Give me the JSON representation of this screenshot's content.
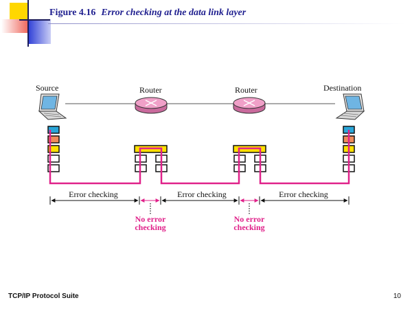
{
  "header": {
    "figure_number": "Figure 4.16",
    "caption": "Error checking at the data link layer"
  },
  "nodes": {
    "source": "Source",
    "router1": "Router",
    "router2": "Router",
    "destination": "Destination"
  },
  "segments": [
    {
      "label": "Error checking"
    },
    {
      "label": "Error checking"
    },
    {
      "label": "Error checking"
    }
  ],
  "no_checking": [
    {
      "line1": "No error",
      "line2": "checking"
    },
    {
      "line1": "No error",
      "line2": "checking"
    }
  ],
  "colors": {
    "path": "#e0228a",
    "router": "#f0a0c8",
    "title": "#1f1f8f",
    "corner_yellow": "#ffd700",
    "corner_red": "#e8271b",
    "corner_blue": "#2a3bd6"
  },
  "footer": {
    "left": "TCP/IP Protocol Suite",
    "page": "10"
  }
}
